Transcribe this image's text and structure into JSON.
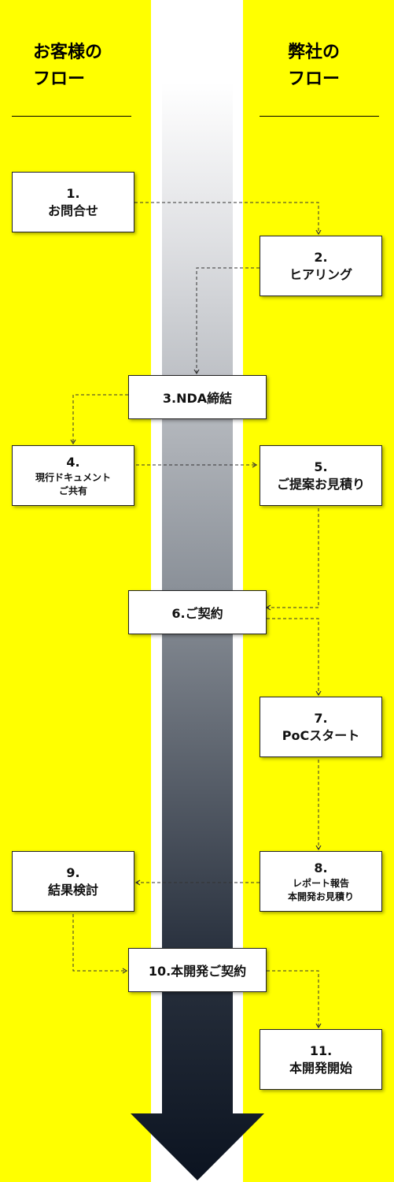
{
  "header": {
    "left_title_line1": "お客様の",
    "left_title_line2": "フロー",
    "right_title_line1": "弊社の",
    "right_title_line2": "フロー"
  },
  "steps": [
    {
      "num": "1.",
      "label": "お問合せ"
    },
    {
      "num": "2.",
      "label": "ヒアリング"
    },
    {
      "text": "3.NDA締結"
    },
    {
      "num": "4.",
      "label_line1": "現行ドキュメント",
      "label_line2": "ご共有"
    },
    {
      "num": "5.",
      "label": "ご提案お見積り"
    },
    {
      "text": "6.ご契約"
    },
    {
      "num": "7.",
      "label": "PoCスタート"
    },
    {
      "num": "8.",
      "label_line1": "レポート報告",
      "label_line2": "本開発お見積り"
    },
    {
      "num": "9.",
      "label": "結果検討"
    },
    {
      "text": "10.本開発ご契約"
    },
    {
      "num": "11.",
      "label": "本開発開始"
    }
  ],
  "colors": {
    "background": "#ffff00",
    "band": "#ffffff",
    "arrow_top": "#ffffff",
    "arrow_bottom": "#0b1320",
    "box_fill": "#ffffff",
    "connector": "#333333"
  }
}
